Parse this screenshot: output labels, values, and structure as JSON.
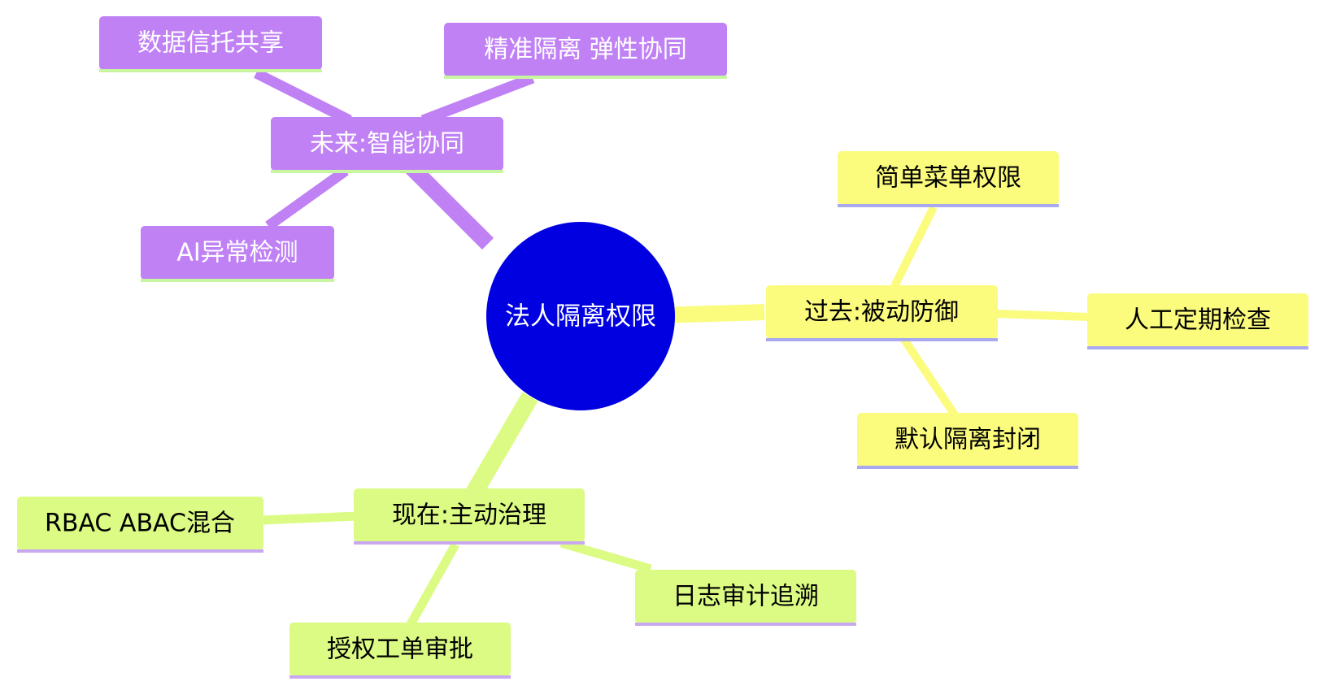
{
  "diagram": {
    "type": "mindmap",
    "root": {
      "label": "法人隔离权限",
      "color": "#0000e0"
    },
    "branches": [
      {
        "label": "未来:智能协同",
        "color": "#c081f5",
        "text_color": "#ffffff",
        "underline_color": "#c8f5a0",
        "children": [
          {
            "label": "数据信托共享"
          },
          {
            "label": "精准隔离 弹性协同"
          },
          {
            "label": "AI异常检测"
          }
        ]
      },
      {
        "label": "过去:被动防御",
        "color": "#fbfb7e",
        "text_color": "#000000",
        "underline_color": "#a9a9f0",
        "children": [
          {
            "label": "简单菜单权限"
          },
          {
            "label": "人工定期检查"
          },
          {
            "label": "默认隔离封闭"
          }
        ]
      },
      {
        "label": "现在:主动治理",
        "color": "#dcfb84",
        "text_color": "#000000",
        "underline_color": "#c8a8f0",
        "children": [
          {
            "label": "RBAC ABAC混合"
          },
          {
            "label": "日志审计追溯"
          },
          {
            "label": "授权工单审批"
          }
        ]
      }
    ]
  }
}
